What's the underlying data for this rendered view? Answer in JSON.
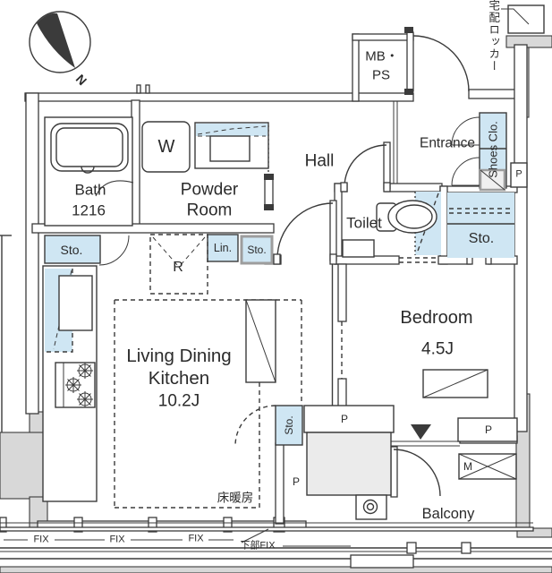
{
  "plan": {
    "compass_north": "N",
    "exterior": {
      "delivery_locker": "宅配ロッカー",
      "mb_ps": [
        "MB・",
        "PS"
      ],
      "pillar_label": "P",
      "meter_label": "M"
    },
    "rooms": {
      "entrance": "Entrance",
      "shoes_closet": "Shoes Clo.",
      "hall": "Hall",
      "bath": [
        "Bath",
        "1216"
      ],
      "powder_room": [
        "Powder",
        "Room"
      ],
      "washer": "W",
      "toilet": "Toilet",
      "ldk": [
        "Living Dining",
        "Kitchen",
        "10.2J"
      ],
      "bedroom": [
        "Bedroom",
        "4.5J"
      ],
      "balcony": "Balcony"
    },
    "storage": {
      "sto": "Sto.",
      "lin": "Lin.",
      "refrigerator": "R"
    },
    "annotations": {
      "floor_heating": "床暖房",
      "fix": "FIX",
      "lower_fix": "下部FIX"
    },
    "colors": {
      "accent_fill": "#cfe6f3",
      "wall_gray": "#d8d8d8",
      "line_color": "#3b3b3b",
      "equip_gray": "#ebebeb"
    }
  }
}
